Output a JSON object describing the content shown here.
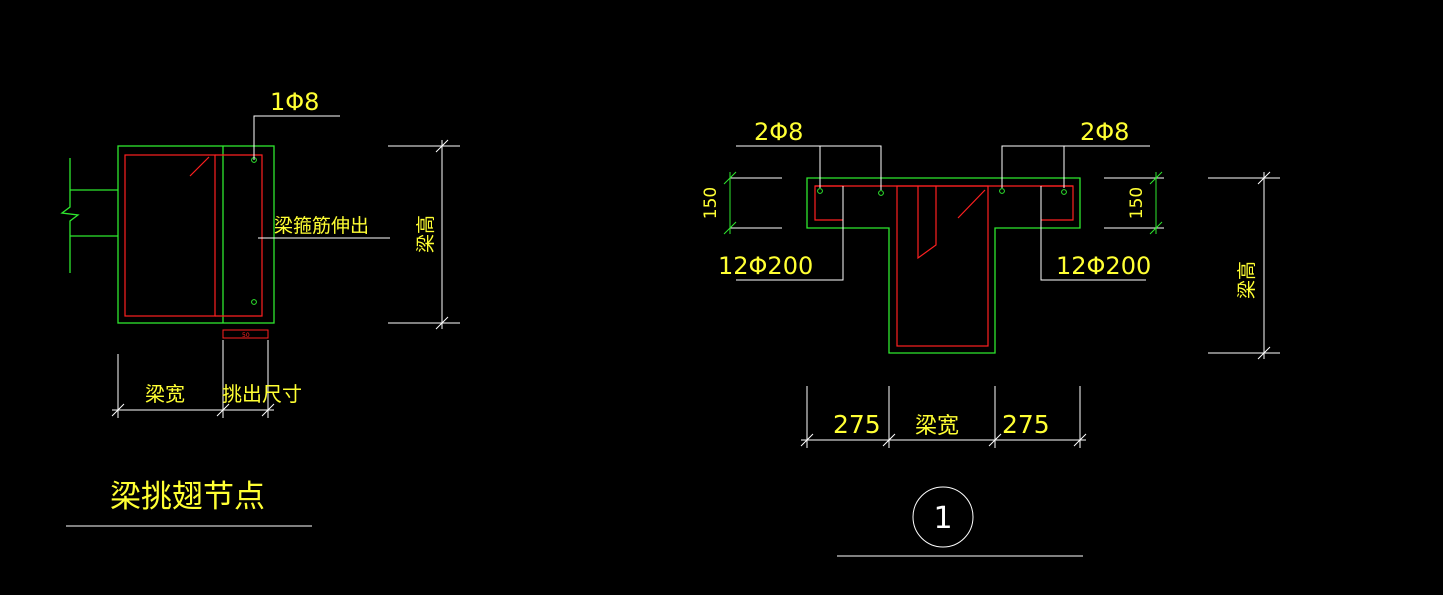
{
  "colors": {
    "background": "#000000",
    "concrete": "#2ee82e",
    "rebar": "#ff2020",
    "dimension": "#ffffff",
    "text": "#ffff33"
  },
  "left_detail": {
    "rebar_label": "1Φ8",
    "stirrup_note": "梁箍筋伸出",
    "height_label": "梁高",
    "width_label": "梁宽",
    "extension_label": "挑出尺寸",
    "small_dim": "50",
    "title": "梁挑翅节点"
  },
  "right_detail": {
    "rebar_left_label": "2Φ8",
    "rebar_right_label": "2Φ8",
    "slab_thick_left": "150",
    "slab_thick_right": "150",
    "dist_left_label": "12Φ200",
    "dist_right_label": "12Φ200",
    "height_label": "梁高",
    "dim_left": "275",
    "dim_center": "梁宽",
    "dim_right": "275",
    "detail_number": "1"
  }
}
